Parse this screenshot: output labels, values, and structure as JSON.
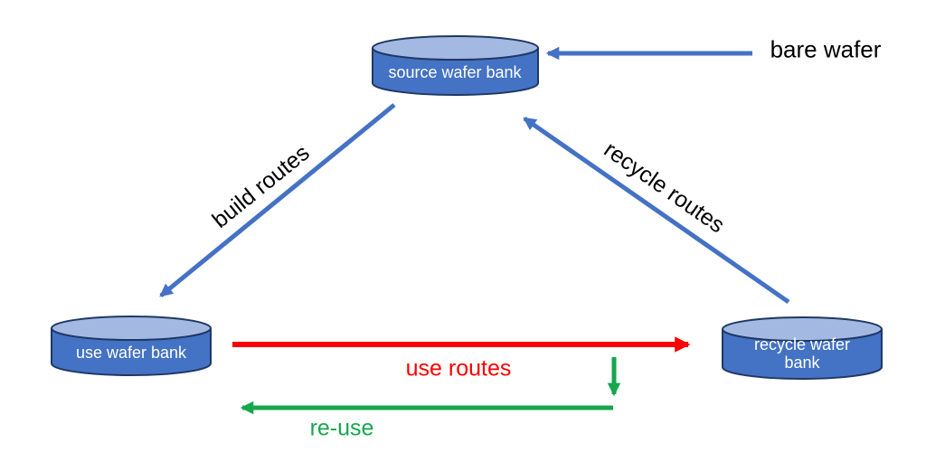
{
  "diagram": {
    "nodes": {
      "source": {
        "label": "source wafer bank",
        "shape": "cylinder"
      },
      "use": {
        "label": "use wafer bank",
        "shape": "cylinder"
      },
      "recycle": {
        "label": "recycle wafer bank",
        "shape": "cylinder"
      }
    },
    "edges": {
      "bare_wafer": {
        "label": "bare wafer",
        "color": "#000000",
        "arrow_color": "#4472C4",
        "to": "source"
      },
      "build_routes": {
        "label": "build routes",
        "color": "#000000",
        "arrow_color": "#4472C4",
        "from": "source",
        "to": "use"
      },
      "recycle_routes": {
        "label": "recycle routes",
        "color": "#000000",
        "arrow_color": "#4472C4",
        "from": "recycle",
        "to": "source"
      },
      "use_routes": {
        "label": "use routes",
        "color": "#FF0000",
        "arrow_color": "#FF0000",
        "from": "use",
        "to": "recycle"
      },
      "re_use": {
        "label": "re-use",
        "color": "#17A64E",
        "arrow_color": "#17A64E",
        "from": "use_routes",
        "to": "use"
      }
    },
    "colors": {
      "node_fill": "#4472C4",
      "node_top": "#A3B9E2",
      "node_outline": "#1F3864",
      "node_text": "#FFFFFF",
      "blue": "#4472C4",
      "red": "#FF0000",
      "green": "#17A64E",
      "background": "#FFFFFF"
    }
  }
}
